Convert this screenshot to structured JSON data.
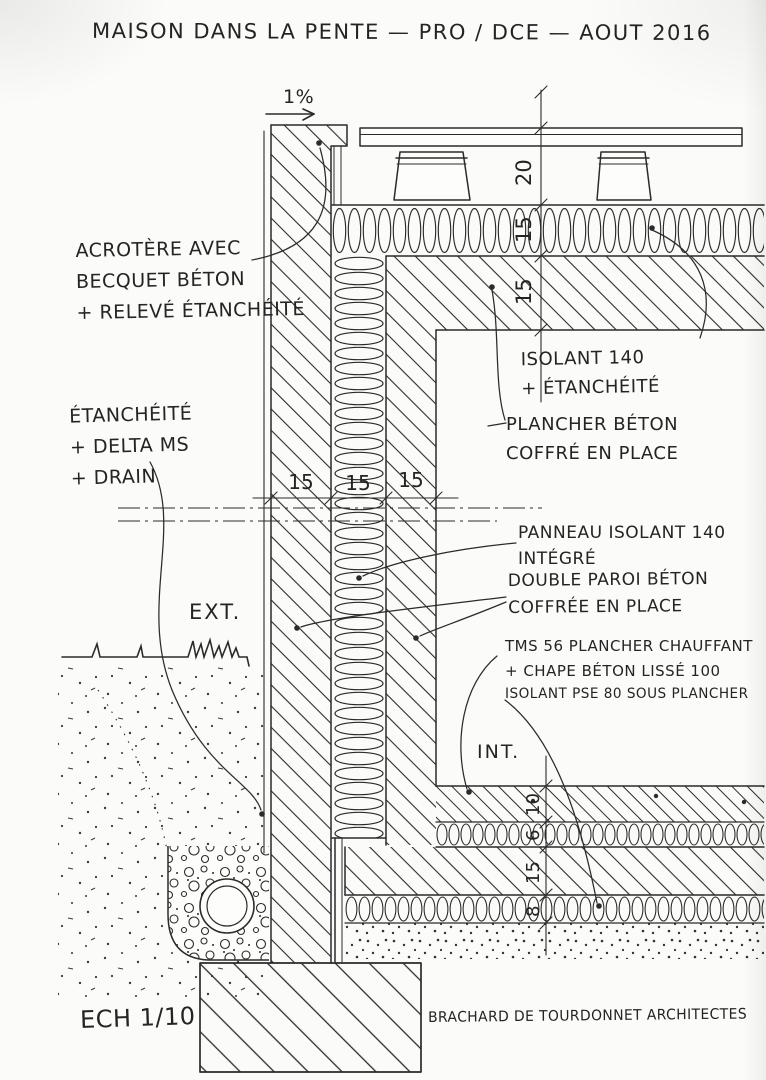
{
  "title": "MAISON DANS LA PENTE  — PRO / DCE  — AOUT 2016",
  "signature": "BRACHARD DE TOURDONNET ARCHITECTES",
  "labels": {
    "exterieur": "EXT.",
    "interieur": "INT.",
    "pente": "1%",
    "echelle": "ECH 1/10"
  },
  "annotations": {
    "acrotere": [
      "ACROTÈRE AVEC",
      "BECQUET BÉTON",
      "+ RELEVÉ ÉTANCHÉITÉ"
    ],
    "etancheite": [
      "ÉTANCHÉITÉ",
      "+ DELTA MS",
      "+ DRAIN"
    ],
    "isolant_toiture": [
      "ISOLANT 140",
      "+ ÉTANCHÉITÉ"
    ],
    "plancher_haut": [
      "PLANCHER BÉTON",
      "COFFRÉ EN PLACE"
    ],
    "panneau_isolant": [
      "PANNEAU ISOLANT 140",
      "INTÉGRÉ"
    ],
    "double_paroi": [
      "DOUBLE PAROI BÉTON",
      "COFFRÉE EN PLACE"
    ],
    "plancher_chauffant": [
      "TMS 56 PLANCHER CHAUFFANT",
      "+ CHAPE BÉTON LISSÉ 100"
    ],
    "isolant_pse": [
      "ISOLANT PSE 80 SOUS PLANCHER"
    ]
  },
  "dimensions": {
    "toiture": {
      "vide": "20",
      "isolant": "15",
      "dalle": "15"
    },
    "mur": [
      "15",
      "15",
      "15"
    ],
    "plancher_bas": {
      "chape": "10",
      "tms": "6",
      "dalle": "15",
      "pse": "8"
    }
  },
  "colors": {
    "ink": "#2b2b2b",
    "paper": "#fbfbf9"
  }
}
